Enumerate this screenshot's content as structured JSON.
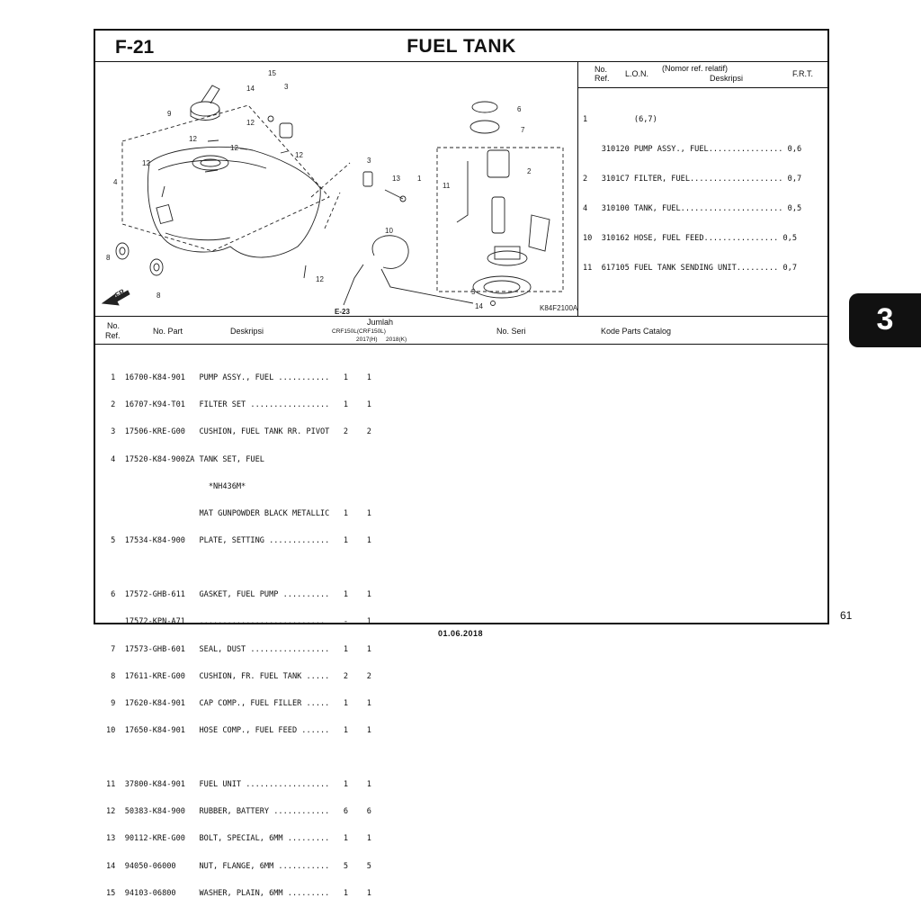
{
  "header": {
    "code": "F-21",
    "title": "FUEL TANK"
  },
  "diagram": {
    "figure_id": "K84F2100A",
    "callouts": [
      "15",
      "14",
      "3",
      "9",
      "12",
      "12",
      "12",
      "12",
      "12",
      "4",
      "8",
      "8",
      "6",
      "7",
      "3",
      "13",
      "1",
      "11",
      "2",
      "10",
      "E-23",
      "5",
      "14"
    ],
    "arrow_label": "FR."
  },
  "ref_table": {
    "headers": {
      "no_ref_1": "No.",
      "no_ref_2": "Ref.",
      "lon": "L.O.N.",
      "desc_1": "(Nomor ref. relatif)",
      "desc_2": "Deskripsi",
      "frt": "F.R.T."
    },
    "rows": [
      "1          (6,7)",
      "    310120 PUMP ASSY., FUEL................ 0,6",
      "2   3101C7 FILTER, FUEL.................... 0,7",
      "4   310100 TANK, FUEL...................... 0,5",
      "10  310162 HOSE, FUEL FEED................ 0,5",
      "11  617105 FUEL TANK SENDING UNIT......... 0,7"
    ]
  },
  "parts_table": {
    "headers": {
      "no_ref_1": "No.",
      "no_ref_2": "Ref.",
      "no_part": "No. Part",
      "deskripsi": "Deskripsi",
      "jumlah": "Jumlah",
      "model": "CRF150L(CRF150L)",
      "year1": "2017(H)",
      "year2": "2018(K)",
      "no_seri": "No. Seri",
      "kode": "Kode Parts Catalog"
    },
    "rows": [
      " 1  16700-K84-901   PUMP ASSY., FUEL ...........   1    1",
      " 2  16707-K94-T01   FILTER SET .................   1    1",
      " 3  17506-KRE-G00   CUSHION, FUEL TANK RR. PIVOT   2    2",
      " 4  17520-K84-900ZA TANK SET, FUEL",
      "                      *NH436M*",
      "                    MAT GUNPOWDER BLACK METALLIC   1    1",
      " 5  17534-K84-900   PLATE, SETTING .............   1    1",
      "",
      " 6  17572-GHB-611   GASKET, FUEL PUMP ..........   1    1",
      "    17572-KPN-A71   ...........................    -    1",
      " 7  17573-GHB-601   SEAL, DUST .................   1    1",
      " 8  17611-KRE-G00   CUSHION, FR. FUEL TANK .....   2    2",
      " 9  17620-K84-901   CAP COMP., FUEL FILLER .....   1    1",
      "10  17650-K84-901   HOSE COMP., FUEL FEED ......   1    1",
      "",
      "11  37800-K84-901   FUEL UNIT ..................   1    1",
      "12  50383-K84-900   RUBBER, BATTERY ............   6    6",
      "13  90112-KRE-G00   BOLT, SPECIAL, 6MM .........   1    1",
      "14  94050-06000     NUT, FLANGE, 6MM ...........   5    5",
      "15  94103-06800     WASHER, PLAIN, 6MM .........   1    1"
    ]
  },
  "footer": {
    "page_number": "61",
    "date": "01.06.2018",
    "section_tab": "3"
  }
}
